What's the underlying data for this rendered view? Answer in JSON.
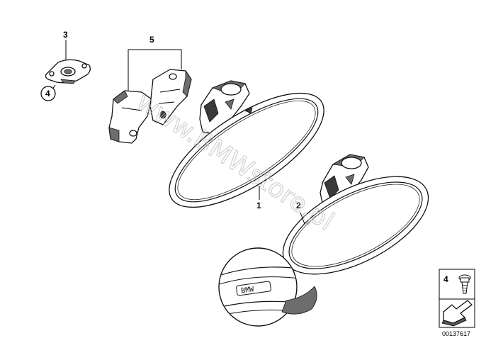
{
  "callouts": {
    "mirror_1": "1",
    "mirror_2": "2",
    "seal_3": "3",
    "screw_4": "4",
    "screw_4_circled": "4",
    "cover_5": "5"
  },
  "legend": {
    "item_number": "4",
    "reference_number": "00137617"
  },
  "detail": {
    "engraving": "BMW"
  },
  "watermark": "www.BMWstore.pl",
  "icons": [
    "screw-icon",
    "arrow-icon"
  ],
  "colors": {
    "line": "#111111",
    "shade": "#6d6d6d",
    "watermark": "#b8b8b8"
  }
}
